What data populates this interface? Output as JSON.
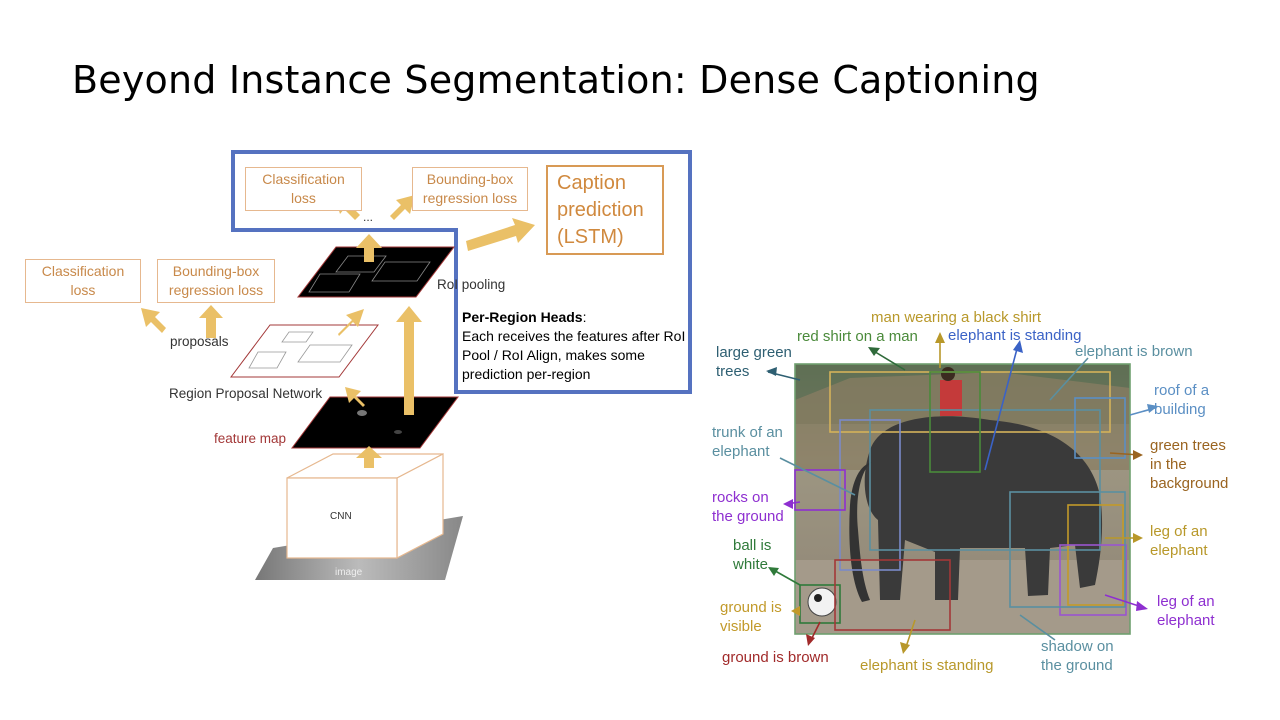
{
  "slide": {
    "title": "Beyond Instance Segmentation: Dense Captioning"
  },
  "diagram": {
    "top_cls_loss": "Classification\nloss",
    "top_bbox_loss": "Bounding-box\nregression loss",
    "ellipsis": "...",
    "caption_prediction": "Caption\nprediction\n(LSTM)",
    "left_cls_loss": "Classification\nloss",
    "left_bbox_loss": "Bounding-box\nregression loss",
    "roi_pooling": "RoI pooling",
    "proposals": "proposals",
    "rpn": "Region Proposal Network",
    "feature_map": "feature map",
    "cnn": "CNN",
    "image": "image",
    "heads_title": "Per-Region Heads",
    "heads_text": "Each receives the features after RoI Pool / RoI Align, makes some prediction per-region"
  },
  "captions": [
    {
      "id": "man-wearing-black-shirt",
      "text": "man wearing a black shirt",
      "color": "#b8982a"
    },
    {
      "id": "red-shirt-on-man",
      "text": "red shirt on a man",
      "color": "#4a8a3a"
    },
    {
      "id": "elephant-is-standing-top",
      "text": "elephant is standing",
      "color": "#3a62c6"
    },
    {
      "id": "large-green-trees",
      "text": "large green\ntrees",
      "color": "#2e5f72"
    },
    {
      "id": "elephant-is-brown",
      "text": "elephant is brown",
      "color": "#5a8fa0"
    },
    {
      "id": "roof-of-building",
      "text": "roof of a\nbuilding",
      "color": "#5b8fc4"
    },
    {
      "id": "trunk-of-elephant",
      "text": "trunk of an\nelephant",
      "color": "#5a8fa0"
    },
    {
      "id": "green-trees-background",
      "text": "green trees\nin the\nbackground",
      "color": "#9a6420"
    },
    {
      "id": "rocks-on-ground",
      "text": "rocks on\nthe ground",
      "color": "#8e2fd0"
    },
    {
      "id": "leg-of-elephant-1",
      "text": "leg of an\nelephant",
      "color": "#b8982a"
    },
    {
      "id": "ball-is-white",
      "text": "ball is\nwhite",
      "color": "#2f7a3a"
    },
    {
      "id": "ground-is-visible",
      "text": "ground is\nvisible",
      "color": "#c29a2a"
    },
    {
      "id": "leg-of-elephant-2",
      "text": "leg of an\nelephant",
      "color": "#8e2fd0"
    },
    {
      "id": "ground-is-brown",
      "text": "ground is brown",
      "color": "#a12a2a"
    },
    {
      "id": "elephant-is-standing-bottom",
      "text": "elephant is standing",
      "color": "#b8982a"
    },
    {
      "id": "shadow-on-ground",
      "text": "shadow on\nthe ground",
      "color": "#5a8fa0"
    }
  ],
  "colors": {
    "heads_border": "#5572c0",
    "arrow_fill": "#eac067",
    "loss_border": "#e6b88f",
    "loss_text": "#c8894a",
    "feature_border": "#a33838"
  }
}
